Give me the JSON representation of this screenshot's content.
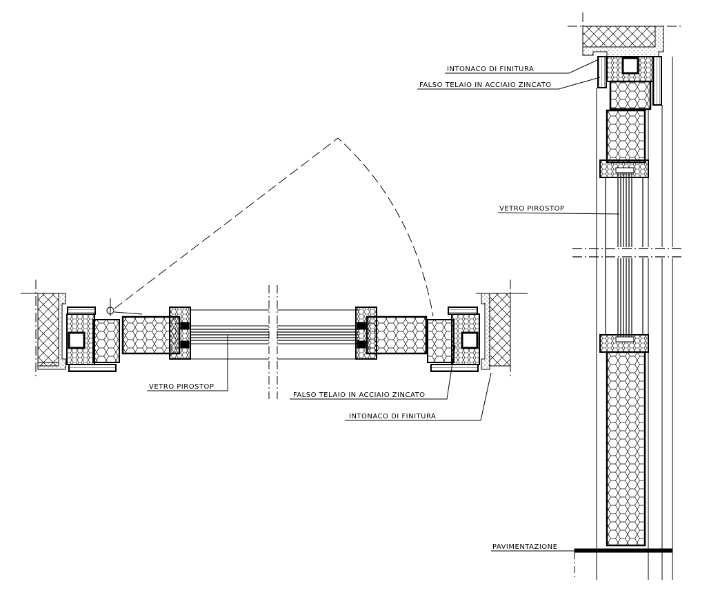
{
  "drawing": {
    "plan_labels": {
      "glass": "VETRO PIROSTOP",
      "subframe": "FALSO TELAIO IN ACCIAIO ZINCATO",
      "plaster": "INTONACO DI FINITURA"
    },
    "section_labels": {
      "plaster": "INTONACO DI FINITURA",
      "subframe": "FALSO TELAIO IN ACCIAIO ZINCATO",
      "glass": "VETRO PIROSTOP",
      "floor": "PAVIMENTAZIONE"
    },
    "colors": {
      "line": "#000000",
      "background": "#ffffff"
    }
  }
}
